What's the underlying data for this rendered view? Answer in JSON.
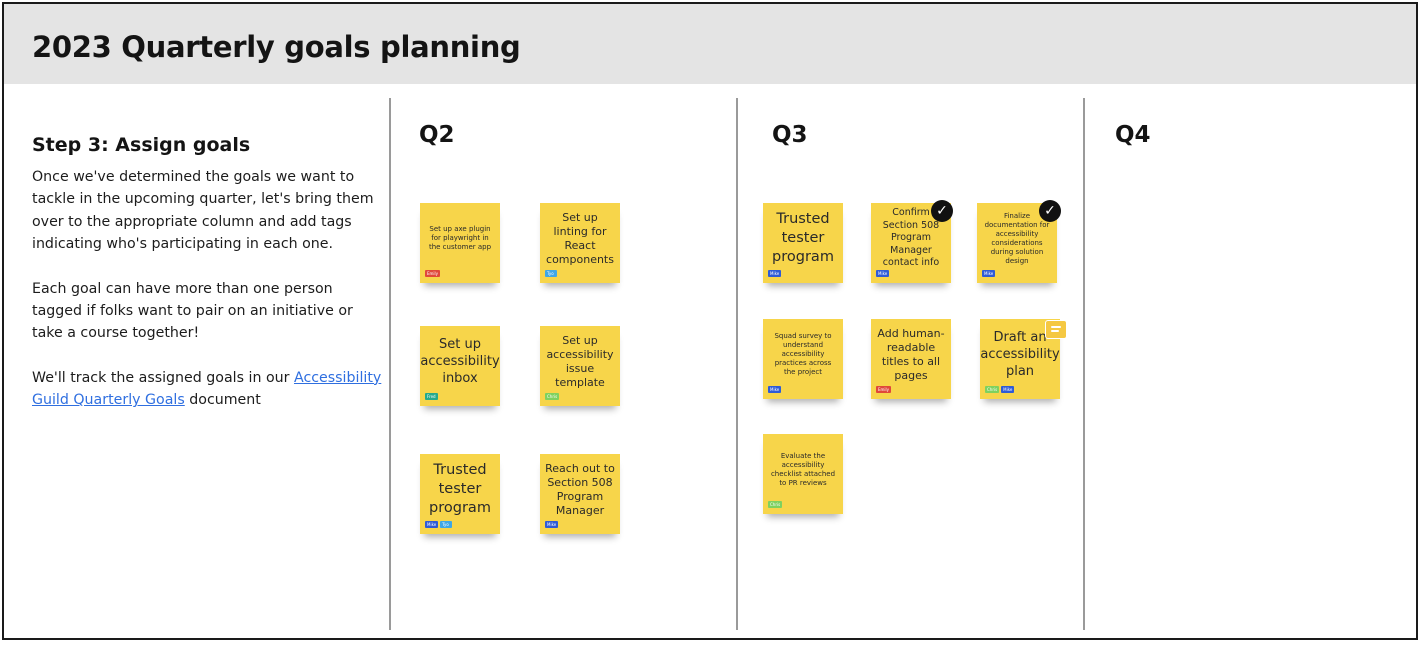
{
  "header": {
    "title": "2023 Quarterly goals planning"
  },
  "instructions": {
    "heading": "Step 3: Assign goals",
    "para1": "Once we've determined the goals we want to tackle in the upcoming quarter, let's bring them over to the appropriate column and add tags indicating who's participating in each one.",
    "para2": "Each goal can have more than one person tagged if folks want to pair on an initiative or take a course together!",
    "para3_before": "We'll track the assigned goals in our ",
    "para3_link": "Accessibility Guild Quarterly Goals",
    "para3_after": " document"
  },
  "colors": {
    "note": "#f7d54a",
    "tag_red": "#e0483a",
    "tag_blue": "#2f5bd6",
    "tag_cyan": "#3fa7e6",
    "tag_teal": "#26a98b",
    "tag_green": "#7fd15f",
    "link": "#2f6fe0"
  },
  "columns": {
    "q2": {
      "title": "Q2",
      "notes": [
        {
          "text": "Set up axe plugin for playwright in the customer app",
          "tags": [
            {
              "label": "Emily",
              "color": "#e0483a"
            }
          ]
        },
        {
          "text": "Set up linting for React components",
          "tags": [
            {
              "label": "Tyo",
              "color": "#3fa7e6"
            }
          ]
        },
        {
          "text": "Set up accessibility inbox",
          "tags": [
            {
              "label": "Fred",
              "color": "#26a98b"
            }
          ]
        },
        {
          "text": "Set up accessibility issue template",
          "tags": [
            {
              "label": "Chris",
              "color": "#7fd15f"
            }
          ]
        },
        {
          "text": "Trusted tester program",
          "tags": [
            {
              "label": "Mike",
              "color": "#2f5bd6"
            },
            {
              "label": "Tyo",
              "color": "#3fa7e6"
            }
          ]
        },
        {
          "text": "Reach out to Section 508 Program Manager",
          "tags": [
            {
              "label": "Mike",
              "color": "#2f5bd6"
            }
          ]
        }
      ]
    },
    "q3": {
      "title": "Q3",
      "notes": [
        {
          "text": "Trusted tester program",
          "tags": [
            {
              "label": "Mike",
              "color": "#2f5bd6"
            }
          ]
        },
        {
          "text": "Confirm Section 508 Program Manager contact info",
          "tags": [
            {
              "label": "Mike",
              "color": "#2f5bd6"
            }
          ],
          "badge": "check"
        },
        {
          "text": "Finalize documentation for accessibility considerations during solution design",
          "tags": [
            {
              "label": "Mike",
              "color": "#2f5bd6"
            }
          ],
          "badge": "check"
        },
        {
          "text": "Squad survey to understand accessibility practices across the project",
          "tags": [
            {
              "label": "Mike",
              "color": "#2f5bd6"
            }
          ]
        },
        {
          "text": "Add human-readable titles to all pages",
          "tags": [
            {
              "label": "Emily",
              "color": "#e0483a"
            }
          ]
        },
        {
          "text": "Draft an accessibility plan",
          "tags": [
            {
              "label": "Chris",
              "color": "#7fd15f"
            },
            {
              "label": "Mike",
              "color": "#2f5bd6"
            }
          ],
          "badge": "comment"
        },
        {
          "text": "Evaluate the accessibility checklist attached to PR reviews",
          "tags": [
            {
              "label": "Chris",
              "color": "#7fd15f"
            }
          ]
        }
      ]
    },
    "q4": {
      "title": "Q4",
      "notes": []
    }
  }
}
